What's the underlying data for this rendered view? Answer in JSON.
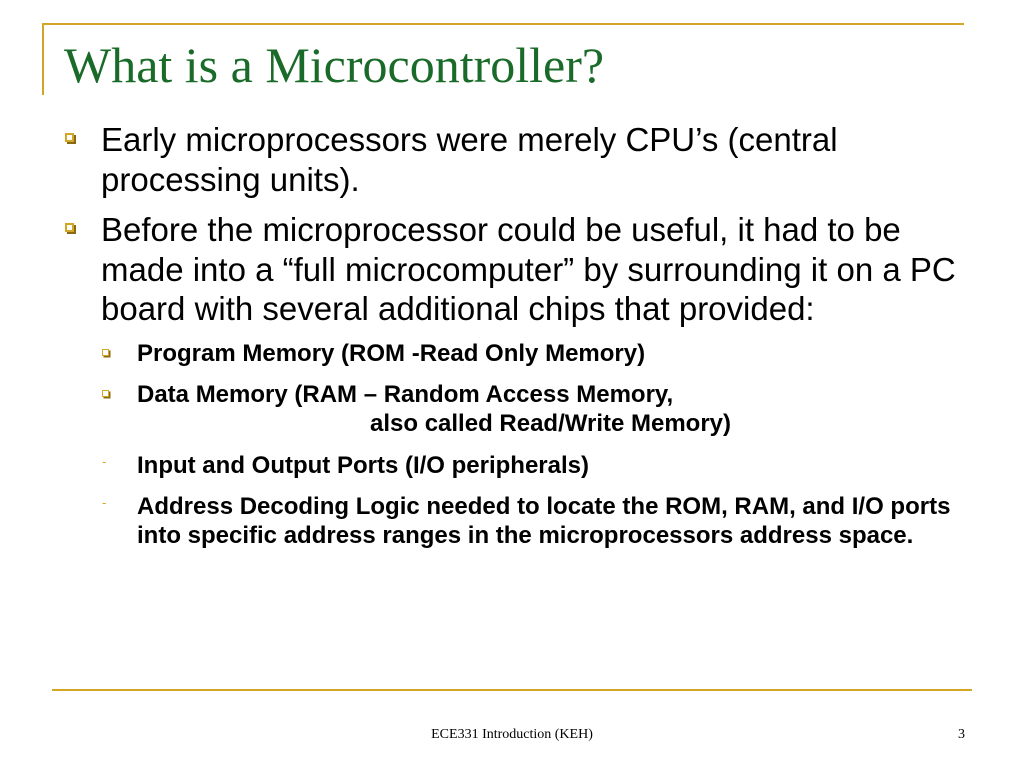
{
  "slide": {
    "title": "What is a Microcontroller?",
    "bullets": [
      {
        "text": "Early microprocessors were merely CPU’s (central processing units)."
      },
      {
        "text": "Before the microprocessor could be useful, it had to be made into a “full microcomputer” by surrounding it on a PC board with several additional chips that provided:"
      }
    ],
    "sub_bullets": [
      {
        "text": "Program Memory (ROM -Read Only Memory)",
        "marker": "square"
      },
      {
        "text": "Data Memory (RAM – Random Access Memory,",
        "continuation": "also called Read/Write Memory)",
        "marker": "square"
      },
      {
        "text": "Input and Output Ports (I/O peripherals)",
        "marker": "-"
      },
      {
        "text": "Address Decoding Logic needed to locate the ROM, RAM, and I/O ports into specific address ranges in the microprocessors address space.",
        "marker": "-"
      }
    ],
    "footer": "ECE331 Introduction (KEH)",
    "page_number": "3",
    "colors": {
      "title": "#1a6b2a",
      "accent": "#d4a628"
    }
  }
}
